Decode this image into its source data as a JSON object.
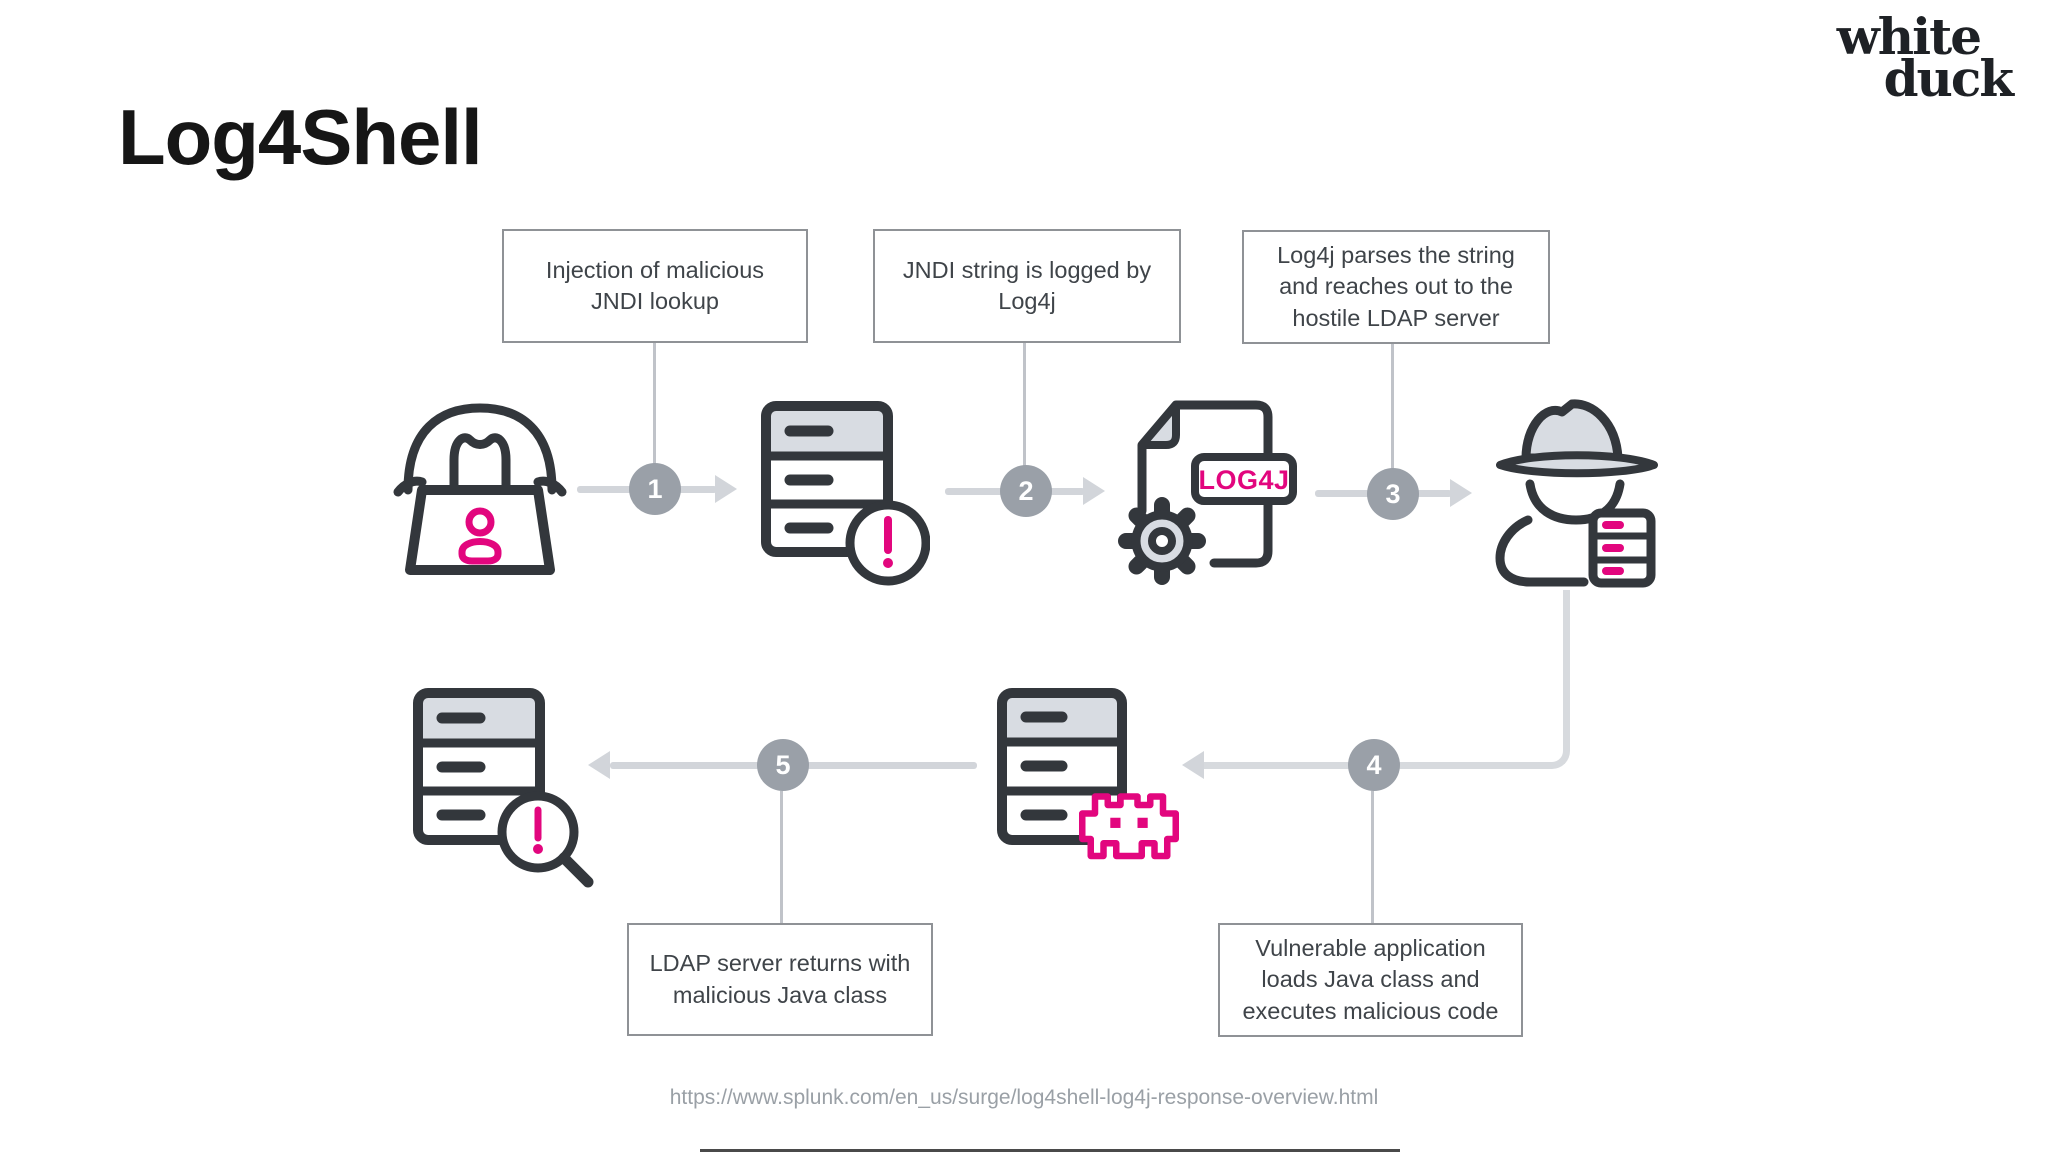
{
  "slide": {
    "title": "Log4Shell",
    "logo": {
      "line1": "white",
      "line2": "duck"
    },
    "source_url": "https://www.splunk.com/en_us/surge/log4shell-log4j-response-overview.html"
  },
  "diagram": {
    "file_badge": "LOG4J",
    "steps": [
      {
        "number": "1",
        "label": "Injection of malicious JNDI lookup",
        "icon": "attacker-at-laptop-icon"
      },
      {
        "number": "2",
        "label": "JNDI string is logged by Log4j",
        "icon": "server-alert-icon"
      },
      {
        "number": "3",
        "label": "Log4j parses the string and reaches out to the hostile LDAP server",
        "icon": "log4j-file-gear-icon"
      },
      {
        "number": "4",
        "label": "Vulnerable application loads Java class and executes malicious code",
        "icon": "hacker-with-server-icon"
      },
      {
        "number": "5",
        "label": "LDAP server returns with malicious Java class",
        "icon": "server-malware-icon"
      }
    ],
    "colors": {
      "outline_dark": "#33373c",
      "fill_light_gray": "#d8dce2",
      "accent_pink": "#e2067e",
      "arrow_gray": "#d2d5da",
      "connector_gray": "#c0c3c9",
      "circle_gray": "#9aa0a8",
      "box_border": "#8f9296",
      "box_text": "#3f4449",
      "url_gray": "#9aa0a6"
    }
  }
}
